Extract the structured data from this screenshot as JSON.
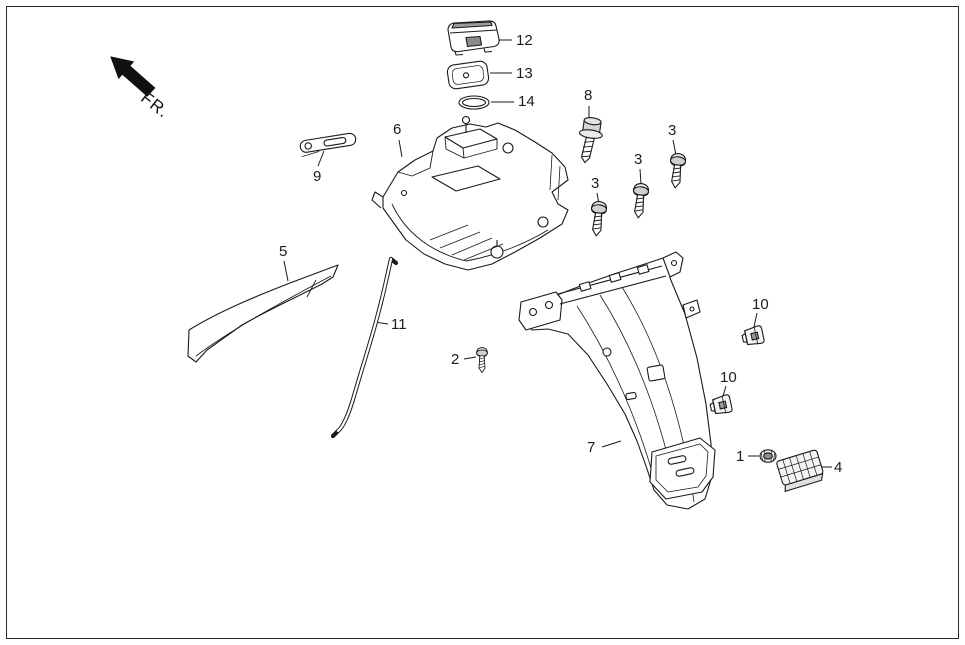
{
  "diagram": {
    "direction_label": "FR.",
    "callouts": [
      "12",
      "13",
      "14",
      "6",
      "9",
      "8",
      "3",
      "3",
      "3",
      "5",
      "11",
      "2",
      "7",
      "10",
      "10",
      "1",
      "4"
    ]
  }
}
